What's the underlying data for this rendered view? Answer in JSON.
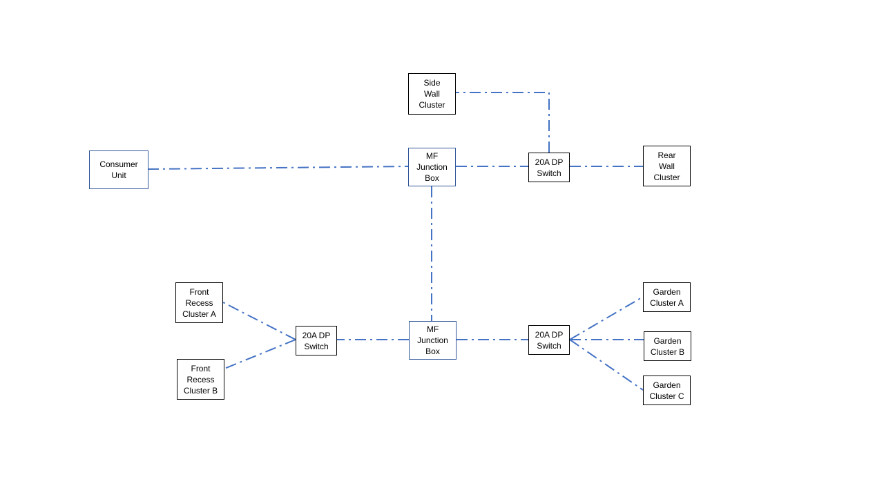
{
  "diagram": {
    "line_color": "#4472c4",
    "line_style": "dash-dot",
    "nodes": {
      "consumer_unit": "Consumer\nUnit",
      "mf_junction_top": "MF\nJunction\nBox",
      "mf_junction_bottom": "MF\nJunction\nBox",
      "switch_top": "20A DP\nSwitch",
      "switch_left": "20A DP\nSwitch",
      "switch_right": "20A DP\nSwitch",
      "side_wall": "Side\nWall\nCluster",
      "rear_wall": "Rear\nWall\nCluster",
      "front_recess_a": "Front\nRecess\nCluster A",
      "front_recess_b": "Front\nRecess\nCluster B",
      "garden_a": "Garden\nCluster A",
      "garden_b": "Garden\nCluster B",
      "garden_c": "Garden\nCluster C"
    },
    "connections": [
      {
        "from": "consumer_unit",
        "to": "mf_junction_top"
      },
      {
        "from": "mf_junction_top",
        "to": "switch_top"
      },
      {
        "from": "switch_top",
        "to": "rear_wall"
      },
      {
        "from": "switch_top",
        "to": "side_wall"
      },
      {
        "from": "mf_junction_top",
        "to": "mf_junction_bottom"
      },
      {
        "from": "mf_junction_bottom",
        "to": "switch_left"
      },
      {
        "from": "switch_left",
        "to": "front_recess_a"
      },
      {
        "from": "switch_left",
        "to": "front_recess_b"
      },
      {
        "from": "mf_junction_bottom",
        "to": "switch_right"
      },
      {
        "from": "switch_right",
        "to": "garden_a"
      },
      {
        "from": "switch_right",
        "to": "garden_b"
      },
      {
        "from": "switch_right",
        "to": "garden_c"
      }
    ]
  }
}
